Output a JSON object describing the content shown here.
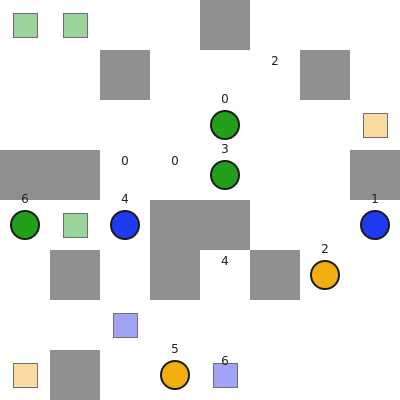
{
  "colors": {
    "wall": "#8f8f8f",
    "green": "#22a01a",
    "green_goal": "#9bd39a",
    "blue": "#1f3bef",
    "blue_goal": "#a0a3f6",
    "orange": "#f2ae0f",
    "orange_goal": "#fbdba0"
  },
  "agents": [
    {
      "id": "green-0",
      "color": "green",
      "label": "0"
    },
    {
      "id": "green-3",
      "color": "green",
      "label": "3"
    },
    {
      "id": "green-6",
      "color": "green",
      "label": "6"
    },
    {
      "id": "blue-4",
      "color": "blue",
      "label": "4"
    },
    {
      "id": "blue-1",
      "color": "blue",
      "label": "1"
    },
    {
      "id": "orange-2",
      "color": "orange",
      "label": "2"
    },
    {
      "id": "orange-5",
      "color": "orange",
      "label": "5"
    }
  ],
  "goals": [
    {
      "id": "goal-green-a",
      "color": "green_goal"
    },
    {
      "id": "goal-green-b",
      "color": "green_goal"
    },
    {
      "id": "goal-green-c",
      "color": "green_goal"
    },
    {
      "id": "goal-orange-a",
      "color": "orange_goal"
    },
    {
      "id": "goal-orange-b",
      "color": "orange_goal"
    },
    {
      "id": "goal-blue-a",
      "color": "blue_goal"
    },
    {
      "id": "goal-blue-b",
      "color": "blue_goal"
    }
  ],
  "floor_labels": [
    {
      "id": "floor-label-1",
      "text": "2"
    },
    {
      "id": "floor-label-2",
      "text": "0"
    },
    {
      "id": "floor-label-3",
      "text": "0"
    },
    {
      "id": "floor-label-4",
      "text": "4"
    }
  ]
}
